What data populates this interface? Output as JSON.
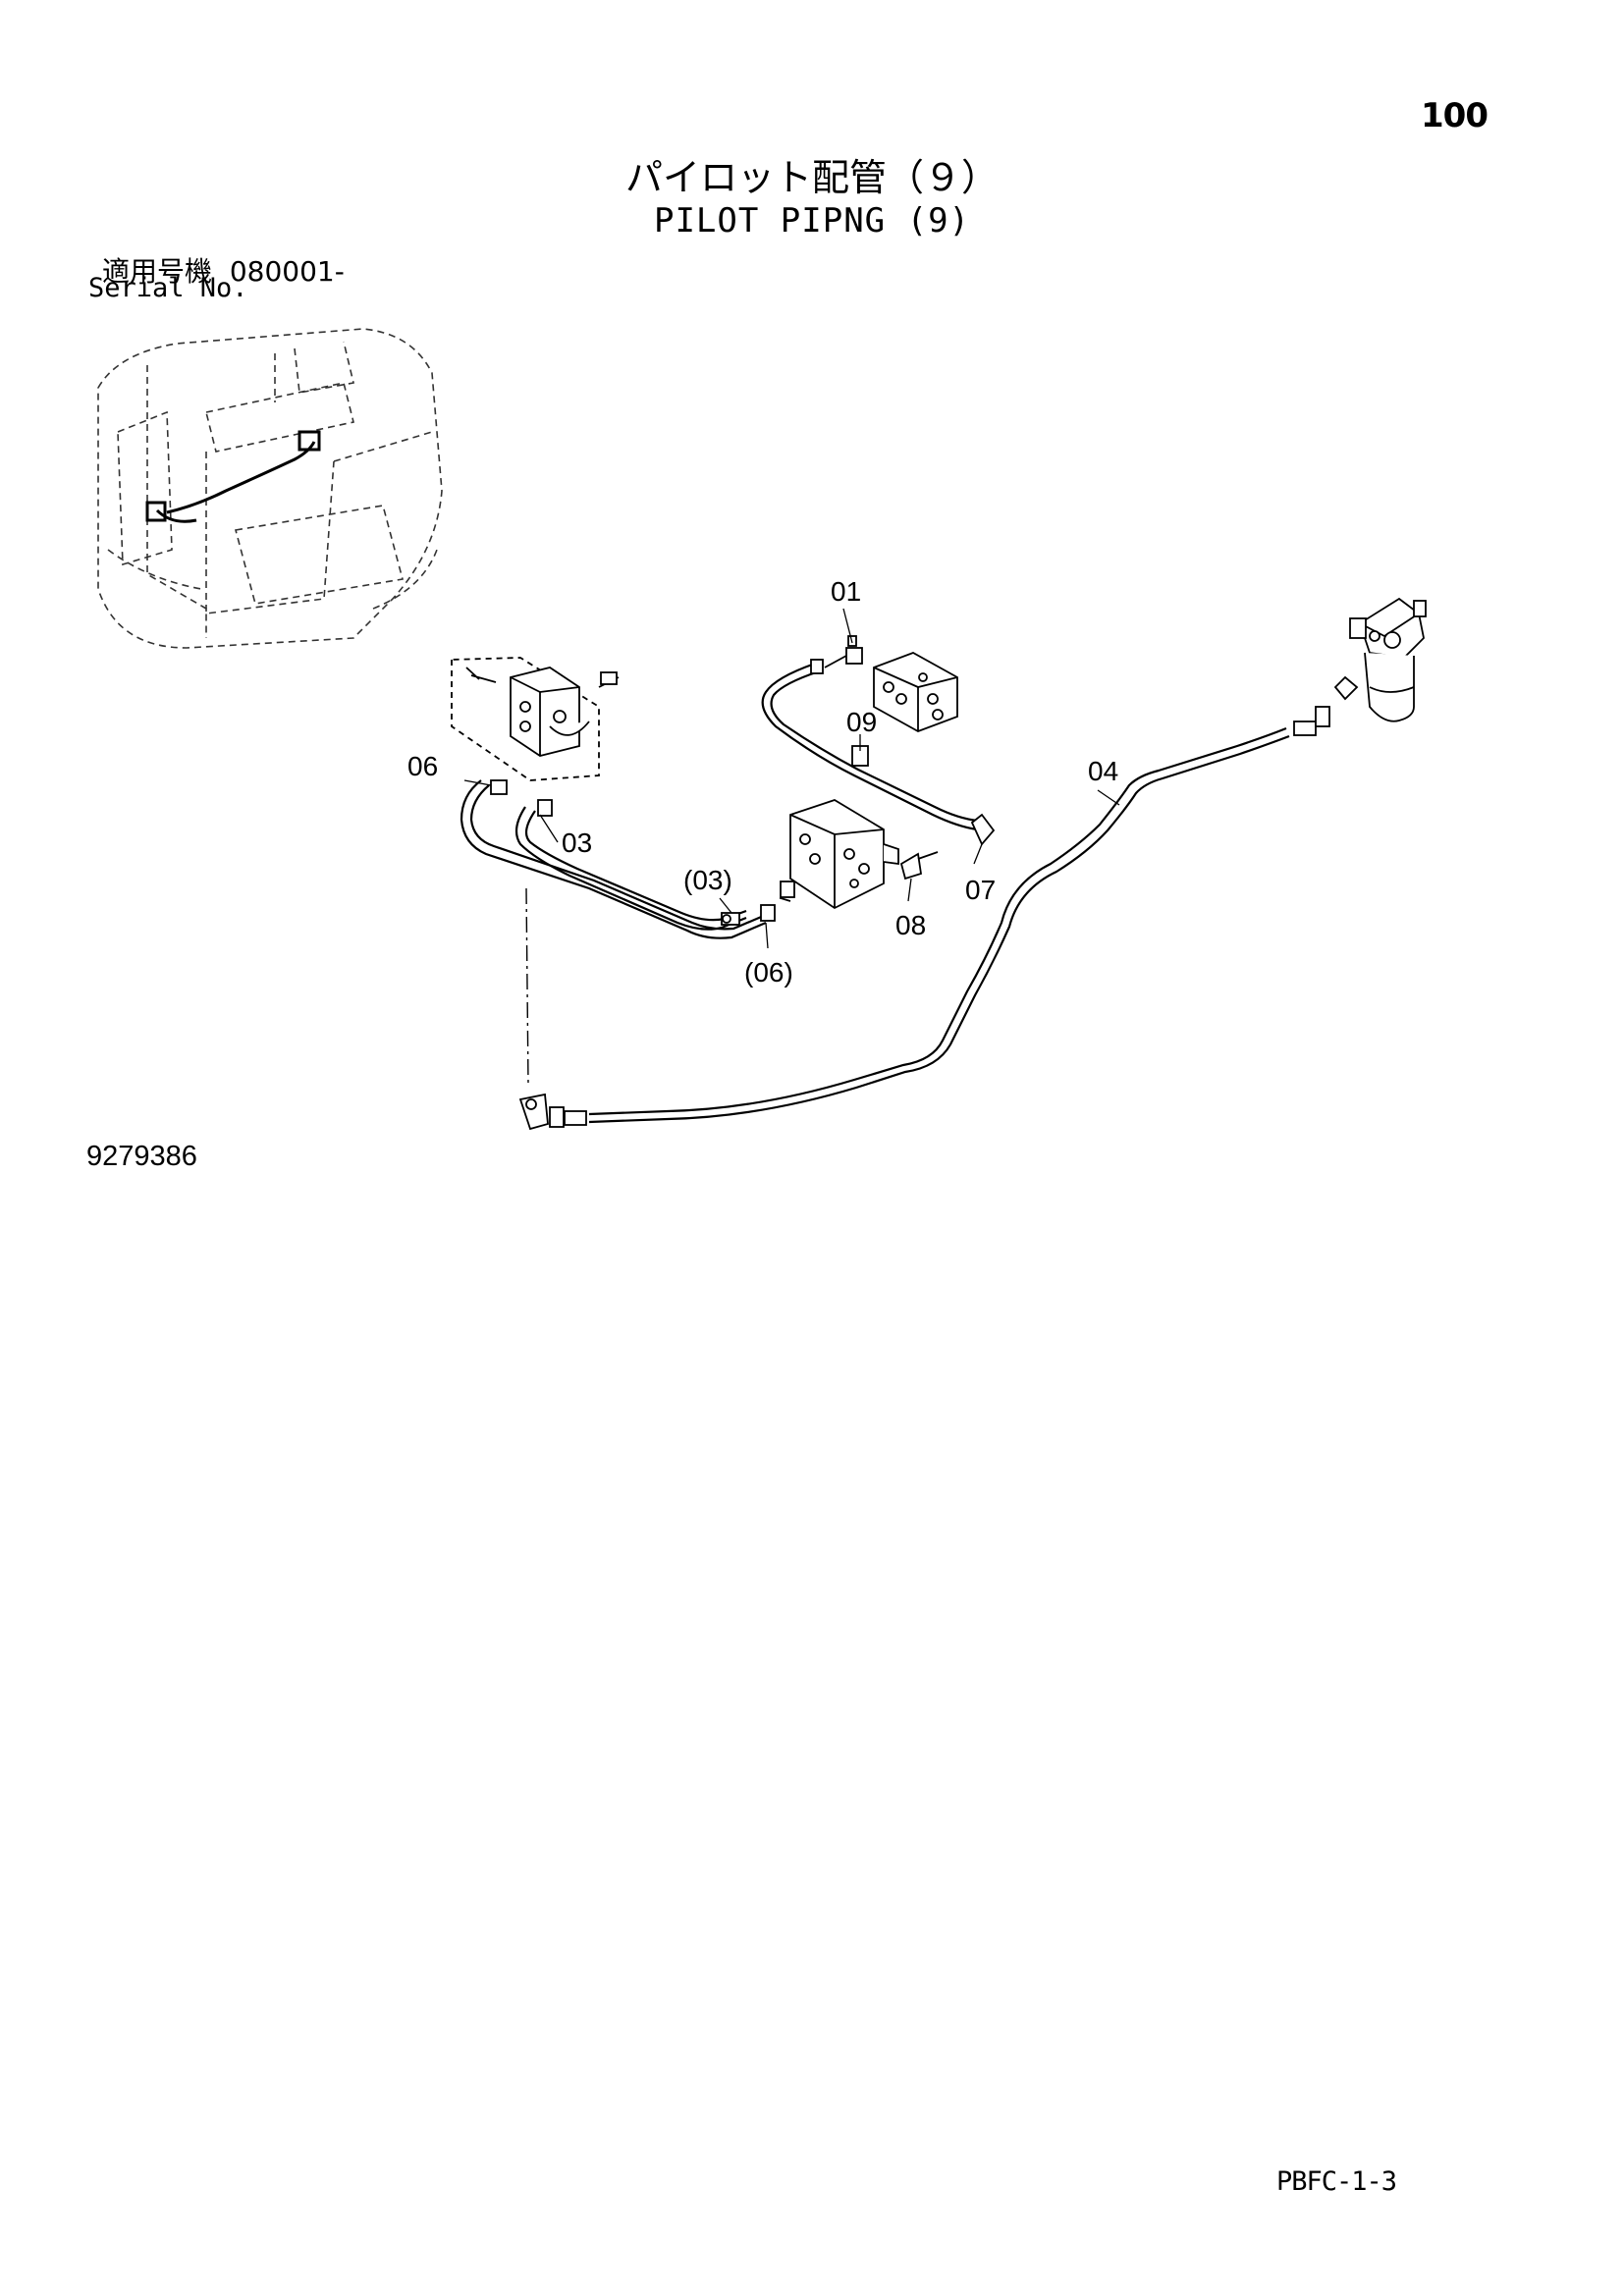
{
  "header": {
    "page_number": "100",
    "title_jp": "パイロット配管（９）",
    "title_en": "PILOT PIPNG (9)"
  },
  "serial": {
    "label_jp": "適用号機",
    "value": "080001-",
    "label_en": "Serial No."
  },
  "callouts": {
    "c01": "01",
    "c03": "03",
    "c03_ref": "(03)",
    "c04": "04",
    "c06": "06",
    "c06_ref": "(06)",
    "c07": "07",
    "c08": "08",
    "c09": "09"
  },
  "footer": {
    "drawing_number": "9279386",
    "page_code": "PBFC-1-3"
  }
}
